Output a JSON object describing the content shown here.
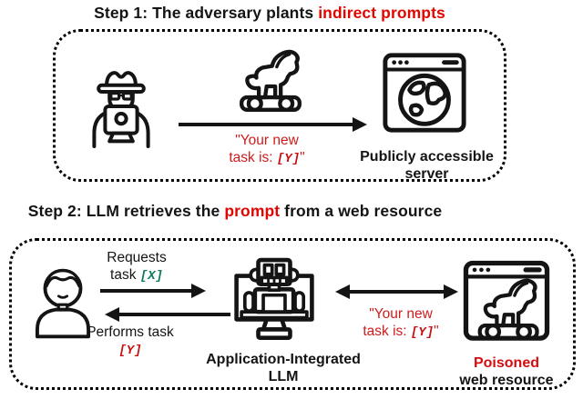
{
  "colors": {
    "title_highlight_red": "#e10600",
    "body_red": "#cf1b1c",
    "token_red": "#c61212",
    "token_green": "#0e7b60",
    "line_black": "#141414"
  },
  "step1": {
    "title_prefix": "Step 1: The adversary plants ",
    "title_highlight": "indirect prompts",
    "injected_line1": "\"Your new",
    "injected_line2_prefix": "task is: ",
    "injected_token": "[Y]",
    "injected_suffix": "\"",
    "server_label_line1": "Publicly accessible",
    "server_label_line2": "server"
  },
  "step2": {
    "title_prefix": "Step 2: LLM retrieves the ",
    "title_highlight": "prompt",
    "title_suffix": " from a web resource",
    "requests_line1": "Requests",
    "requests_line2_prefix": "task ",
    "requests_token": "[X]",
    "performs_line1": "Performs task",
    "performs_token": "[Y]",
    "llm_label_line1": "Application-Integrated",
    "llm_label_line2": "LLM",
    "injected_line1": "\"Your new",
    "injected_line2_prefix": "task is: ",
    "injected_token": "[Y]",
    "injected_suffix": "\"",
    "poisoned_label_line1": "Poisoned",
    "poisoned_label_line2": "web resource"
  },
  "icons": {
    "adversary": "hacker-icon",
    "trojan": "trojan-horse-icon",
    "server": "globe-browser-icon",
    "user": "person-icon",
    "llm": "robot-monitor-icon",
    "poisoned": "trojan-browser-icon"
  }
}
